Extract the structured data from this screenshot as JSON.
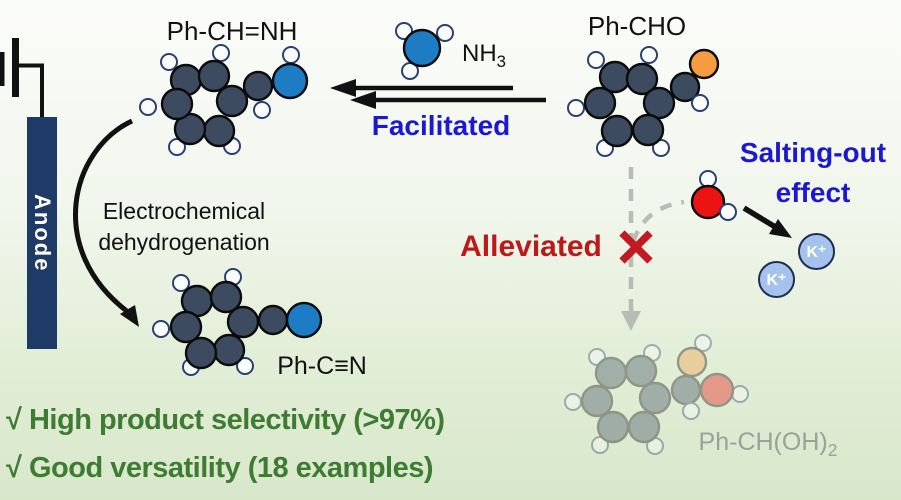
{
  "figure": {
    "anode_label": "Anode",
    "labels": {
      "ph_chnh": "Ph-CH=NH",
      "nh3": {
        "base": "NH",
        "sub": "3"
      },
      "facilitated": "Facilitated",
      "ph_cho": "Ph-CHO",
      "salting_out": {
        "line1": "Salting-out",
        "line2": "effect"
      },
      "alleviated": "Alleviated",
      "alleviated_mark": "✗",
      "electro": {
        "line1": "Electrochemical",
        "line2": "dehydrogenation"
      },
      "ph_cn": "Ph-C≡N",
      "ph_choh2": {
        "base": "Ph-CH(OH)",
        "sub": "2"
      },
      "k_ion": "K⁺"
    },
    "benefits": [
      "√ High product selectivity (>97%)",
      "√ Good versatility (18 examples)"
    ]
  },
  "palette": {
    "css": {
      "ink": "#111111",
      "text_blue": "#1b18cf",
      "text_red": "#bc1a1a",
      "cross_red": "#c31a22",
      "text_green": "#3f7c33",
      "text_gray": "#99a29a",
      "anode_bg": "#1e3a66",
      "anode_text": "#ffffff",
      "dash_gray": "#b7bdb4",
      "k_fill": "#a5c2ee",
      "k_stroke": "#1e2e52",
      "bg_top": "#fbfcfa",
      "bg_mid": "#f1f6ec",
      "bg_low": "#e2eed7",
      "bg_bottom": "#d8e7ca"
    },
    "atoms": {
      "C": {
        "fill": "#3d4b61",
        "stroke": "#0b0b0b",
        "sw": 2.4
      },
      "N": {
        "fill": "#1d7cc4",
        "stroke": "#0b0b0b",
        "sw": 2.4
      },
      "O": {
        "fill": "#f59c40",
        "stroke": "#0b0b0b",
        "sw": 2.4
      },
      "R": {
        "fill": "#ec1313",
        "stroke": "#0b0b0b",
        "sw": 2.4
      },
      "H": {
        "fill": "#fbfcff",
        "stroke": "#2a4070",
        "sw": 2
      }
    }
  },
  "molecules": [
    {
      "name": "ph-chnh",
      "opacity": 1,
      "atoms": [
        [
          169,
          62,
          8,
          "H"
        ],
        [
          221,
          53,
          8,
          "H"
        ],
        [
          148,
          107,
          8,
          "H"
        ],
        [
          177,
          147,
          8,
          "H"
        ],
        [
          232,
          146,
          8,
          "H"
        ],
        [
          291,
          55,
          8,
          "H"
        ],
        [
          186,
          80,
          15,
          "C"
        ],
        [
          214,
          76,
          15,
          "C"
        ],
        [
          232,
          101,
          15,
          "C"
        ],
        [
          219,
          131,
          15,
          "C"
        ],
        [
          190,
          129,
          15,
          "C"
        ],
        [
          177,
          104,
          15,
          "C"
        ],
        [
          258,
          86,
          14,
          "C"
        ],
        [
          290,
          81,
          17,
          "N"
        ],
        [
          262,
          110,
          8,
          "H"
        ]
      ]
    },
    {
      "name": "nh3",
      "opacity": 1,
      "atoms": [
        [
          404,
          31,
          8,
          "H"
        ],
        [
          445,
          33,
          8,
          "H"
        ],
        [
          410,
          71,
          8,
          "H"
        ],
        [
          422,
          48,
          18,
          "N"
        ]
      ]
    },
    {
      "name": "ph-cho",
      "opacity": 1,
      "atoms": [
        [
          596,
          60,
          8,
          "H"
        ],
        [
          649,
          55,
          8,
          "H"
        ],
        [
          576,
          108,
          8,
          "H"
        ],
        [
          605,
          148,
          8,
          "H"
        ],
        [
          661,
          148,
          8,
          "H"
        ],
        [
          615,
          77,
          15,
          "C"
        ],
        [
          642,
          79,
          15,
          "C"
        ],
        [
          659,
          103,
          15,
          "C"
        ],
        [
          648,
          130,
          15,
          "C"
        ],
        [
          617,
          131,
          15,
          "C"
        ],
        [
          600,
          103,
          15,
          "C"
        ],
        [
          704,
          64,
          14,
          "O"
        ],
        [
          685,
          87,
          14,
          "C"
        ],
        [
          700,
          103,
          8,
          "H"
        ]
      ]
    },
    {
      "name": "water",
      "opacity": 1,
      "atoms": [
        [
          708,
          179,
          8,
          "H"
        ],
        [
          708,
          202,
          16,
          "R"
        ],
        [
          728,
          212,
          8,
          "H"
        ]
      ]
    },
    {
      "name": "ph-cn",
      "opacity": 1,
      "atoms": [
        [
          181,
          283,
          8,
          "H"
        ],
        [
          233,
          277,
          8,
          "H"
        ],
        [
          161,
          329,
          8,
          "H"
        ],
        [
          191,
          367,
          8,
          "H"
        ],
        [
          245,
          366,
          8,
          "H"
        ],
        [
          197,
          301,
          15,
          "C"
        ],
        [
          226,
          297,
          15,
          "C"
        ],
        [
          243,
          322,
          15,
          "C"
        ],
        [
          229,
          350,
          15,
          "C"
        ],
        [
          201,
          353,
          15,
          "C"
        ],
        [
          186,
          327,
          15,
          "C"
        ],
        [
          273,
          320,
          14,
          "C"
        ],
        [
          304,
          320,
          17,
          "N"
        ]
      ]
    },
    {
      "name": "ph-choh2-faded",
      "opacity": 0.38,
      "atoms": [
        [
          597,
          357,
          8,
          "H"
        ],
        [
          652,
          353,
          8,
          "H"
        ],
        [
          573,
          402,
          8,
          "H"
        ],
        [
          600,
          445,
          8,
          "H"
        ],
        [
          655,
          446,
          8,
          "H"
        ],
        [
          703,
          343,
          8,
          "H"
        ],
        [
          740,
          394,
          8,
          "H"
        ],
        [
          611,
          373,
          15,
          "C"
        ],
        [
          641,
          371,
          15,
          "C"
        ],
        [
          655,
          398,
          15,
          "C"
        ],
        [
          644,
          427,
          15,
          "C"
        ],
        [
          613,
          427,
          15,
          "C"
        ],
        [
          597,
          401,
          15,
          "C"
        ],
        [
          692,
          362,
          14,
          "O"
        ],
        [
          686,
          390,
          14,
          "C"
        ],
        [
          717,
          390,
          16,
          "R"
        ],
        [
          691,
          411,
          8,
          "H"
        ]
      ]
    }
  ]
}
